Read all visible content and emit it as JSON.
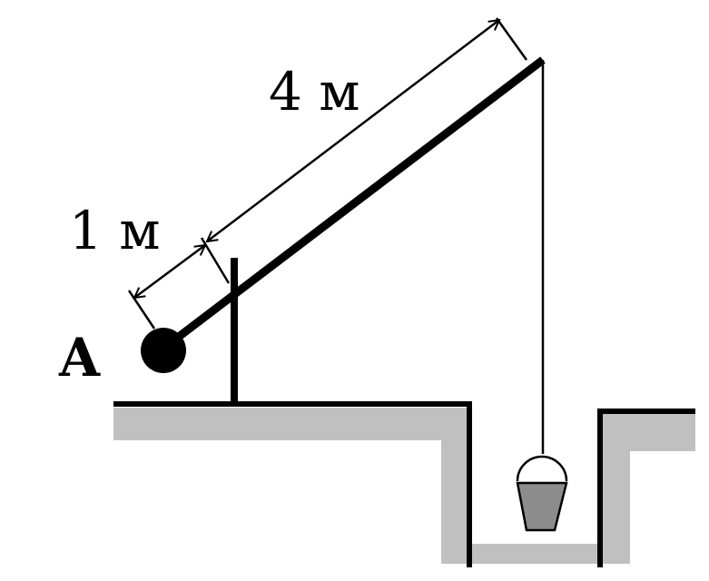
{
  "labels": {
    "long_arm": "4 м",
    "short_arm": "1 м",
    "point": "А"
  },
  "colors": {
    "ink": "#000000",
    "ground": "#c0c0c0",
    "bucket_water": "#8c8c8c",
    "background": "#ffffff"
  }
}
